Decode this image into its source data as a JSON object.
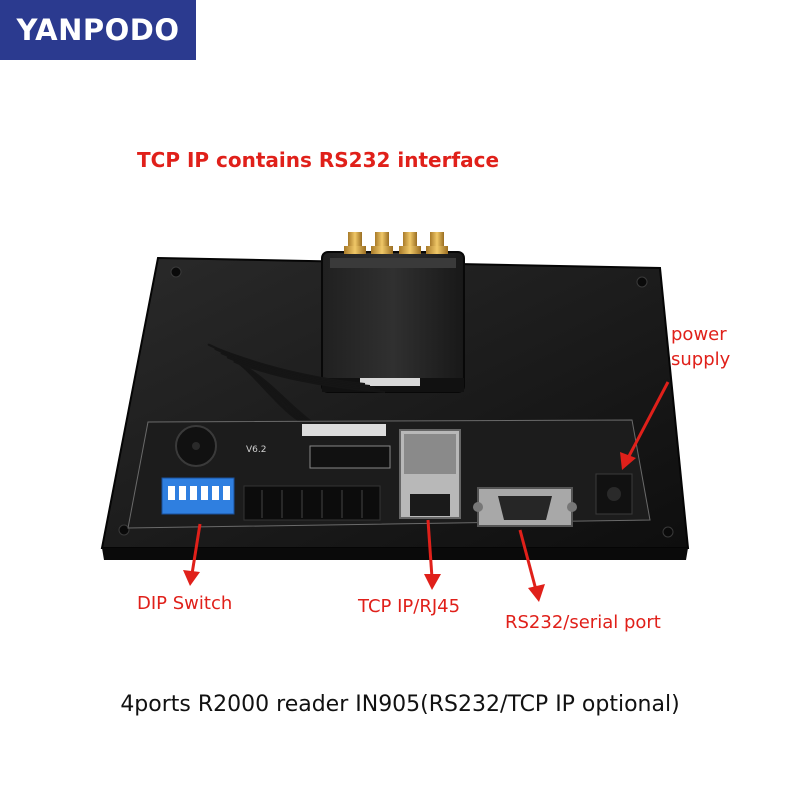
{
  "brand": {
    "logo_text": "YANPODO",
    "bg_color": "#2b3a8f"
  },
  "title": "TCP IP contains RS232 interface",
  "labels": {
    "power_supply_line1": "power",
    "power_supply_line2": "supply",
    "dip_switch": "DIP Switch",
    "tcp_ip": "TCP IP/RJ45",
    "rs232": "RS232/serial port"
  },
  "board_silk": {
    "version": "V6.2"
  },
  "caption": "4ports R2000 reader IN905(RS232/TCP IP optional)",
  "colors": {
    "annotation_red": "#e0201a",
    "board": "#1a1a1a",
    "dip_blue": "#2f7fe0"
  }
}
